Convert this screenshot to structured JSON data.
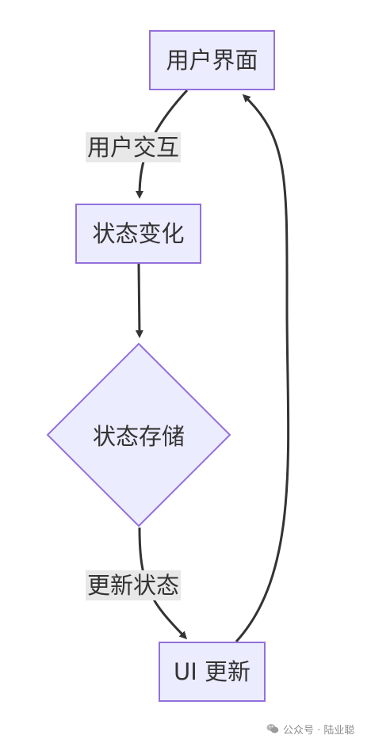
{
  "nodes": {
    "ui": "用户界面",
    "state_change": "状态变化",
    "state_store": "状态存储",
    "ui_update": "UI 更新"
  },
  "edges": {
    "user_interaction": "用户交互",
    "update_state": "更新状态"
  },
  "watermark": {
    "text": "公众号 · 陆业聪",
    "icon": "wechat-icon"
  },
  "colors": {
    "node_fill": "#ECECFF",
    "node_stroke": "#9370DB",
    "edge": "#333333",
    "edge_label_bg": "#E8E8E8"
  }
}
